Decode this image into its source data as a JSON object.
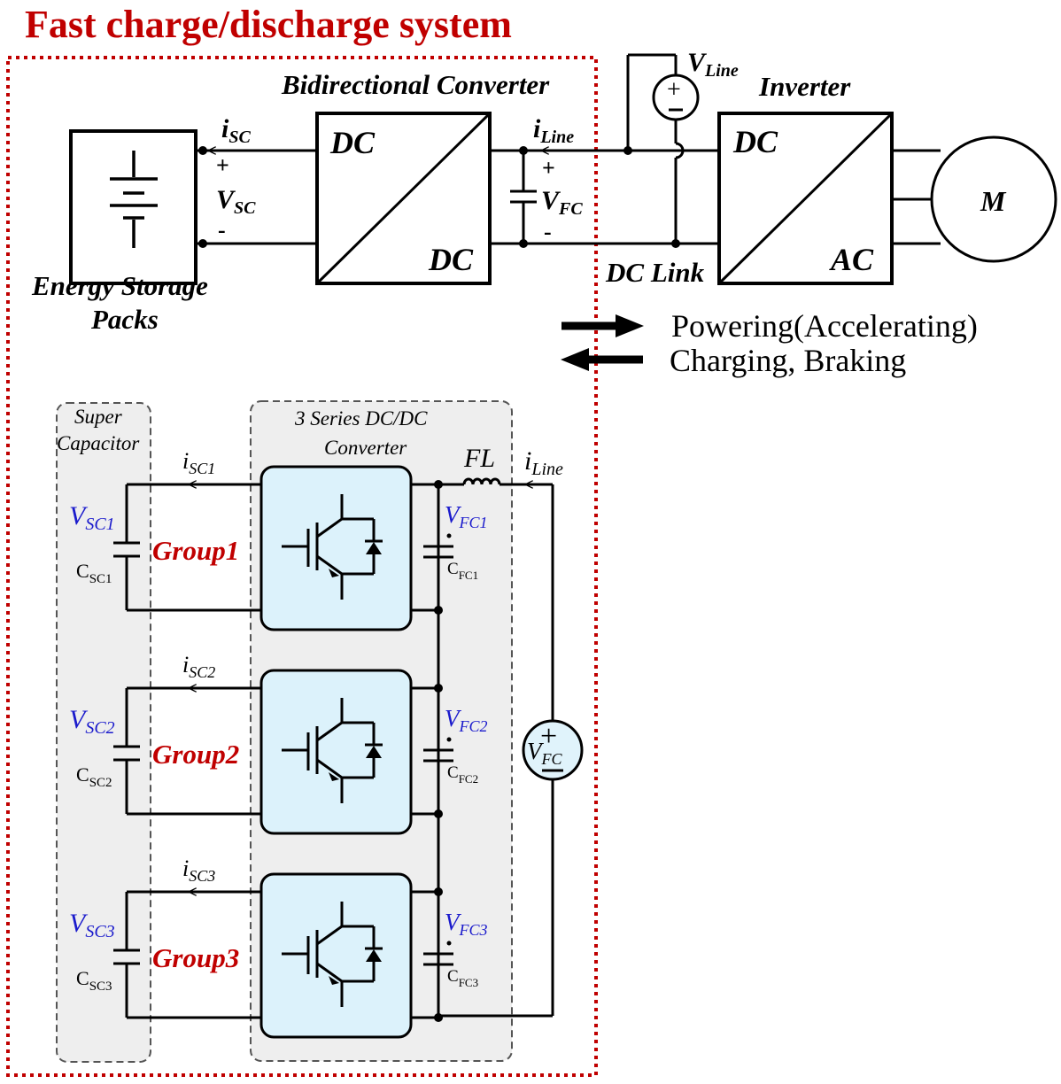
{
  "title": "Fast charge/discharge system",
  "colors": {
    "title": "#c00000",
    "dotted_border": "#c00000",
    "group_label": "#c00000",
    "voltage_label": "#1a1acc",
    "module_fill": "#dcf2fb",
    "panel_fill": "#eeeeee"
  },
  "top": {
    "bidirectional_label": "Bidirectional Converter",
    "inverter_label": "Inverter",
    "storage_label_line1": "Energy Storage",
    "storage_label_line2": "Packs",
    "dc_link_label": "DC Link",
    "conv_top": "DC",
    "conv_bottom": "DC",
    "inv_top": "DC",
    "inv_bottom": "AC",
    "motor": "M",
    "i_sc": {
      "main": "i",
      "sub": "SC"
    },
    "v_sc": {
      "main": "V",
      "sub": "SC"
    },
    "i_line": {
      "main": "i",
      "sub": "Line"
    },
    "v_fc": {
      "main": "V",
      "sub": "FC"
    },
    "v_line": {
      "main": "V",
      "sub": "Line"
    },
    "plus": "+",
    "minus": "-"
  },
  "legend": {
    "powering": "Powering(Accelerating)",
    "charging": "Charging, Braking"
  },
  "bottom": {
    "sc_panel_line1": "Super",
    "sc_panel_line2": "Capacitor",
    "conv_panel_line1": "3 Series DC/DC",
    "conv_panel_line2": "Converter",
    "fl": "FL",
    "i_line": {
      "main": "i",
      "sub": "Line"
    },
    "v_fc": {
      "main": "V",
      "sub": "FC"
    },
    "groups": [
      {
        "name": "Group1",
        "i": {
          "main": "i",
          "sub": "SC1"
        },
        "v": {
          "main": "V",
          "sub": "SC1"
        },
        "c": {
          "main": "C",
          "sub": "SC1"
        },
        "vfc": {
          "main": "V",
          "sub": "FC1"
        },
        "cfc": {
          "main": "C",
          "sub": "FC1"
        }
      },
      {
        "name": "Group2",
        "i": {
          "main": "i",
          "sub": "SC2"
        },
        "v": {
          "main": "V",
          "sub": "SC2"
        },
        "c": {
          "main": "C",
          "sub": "SC2"
        },
        "vfc": {
          "main": "V",
          "sub": "FC2"
        },
        "cfc": {
          "main": "C",
          "sub": "FC2"
        }
      },
      {
        "name": "Group3",
        "i": {
          "main": "i",
          "sub": "SC3"
        },
        "v": {
          "main": "V",
          "sub": "SC3"
        },
        "c": {
          "main": "C",
          "sub": "SC3"
        },
        "vfc": {
          "main": "V",
          "sub": "FC3"
        },
        "cfc": {
          "main": "C",
          "sub": "FC3"
        }
      }
    ]
  }
}
